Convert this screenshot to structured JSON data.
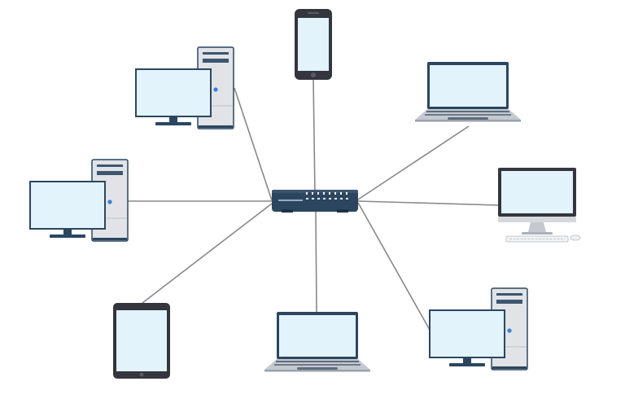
{
  "diagram": {
    "type": "star-network-topology",
    "hub": {
      "device": "network-switch",
      "port_count": 8
    },
    "nodes": [
      {
        "device": "smartphone"
      },
      {
        "device": "laptop"
      },
      {
        "device": "desktop-imac"
      },
      {
        "device": "desktop-tower-pc"
      },
      {
        "device": "laptop"
      },
      {
        "device": "tablet"
      },
      {
        "device": "desktop-tower-pc"
      },
      {
        "device": "desktop-tower-pc"
      }
    ],
    "colors": {
      "background": "#ffffff",
      "screen": "#e2f3fc",
      "dark_frame": "#35363d",
      "navy": "#2c4660",
      "tower": "#e1e3e7",
      "tower_slot": "#3d5670",
      "led_blue": "#3a7fd5",
      "laptop_base": "#c4c9d1",
      "link_line": "#888888"
    }
  }
}
